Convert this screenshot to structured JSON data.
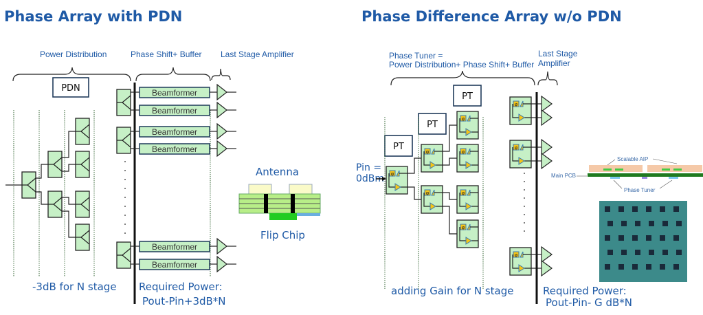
{
  "left": {
    "title": "Phase Array with PDN",
    "labels": {
      "power_distribution": "Power Distribution",
      "phase_shift_buffer": "Phase Shift+ Buffer",
      "last_stage_amplifier": "Last Stage Amplifier"
    },
    "pdn_box": "PDN",
    "beamformer_label": "Beamformer",
    "antenna_label": "Antenna",
    "flip_chip_label": "Flip Chip",
    "stage_note": "-3dB for N stage",
    "required_power": "Required Power:",
    "formula": "Pout-Pin+3dB*N"
  },
  "right": {
    "title": "Phase Difference Array w/o PDN",
    "phase_tuner_line1": "Phase Tuner =",
    "phase_tuner_line2": "Power Distribution+ Phase Shift+ Buffer",
    "last_stage_line1": "Last Stage",
    "last_stage_line2": "Amplifier",
    "pt_label": "PT",
    "pin_line1": "Pin =",
    "pin_line2": "0dBm",
    "phi_symbol": "φ",
    "stage_note": "adding Gain for N stage",
    "required_power": "Required Power:",
    "formula": "Pout-Pin- G dB*N",
    "aip": {
      "scalable_aip": "Scalable AIP",
      "main_pcb": "Main PCB",
      "phase_tuner": "Phase Tuner"
    }
  },
  "colors": {
    "text_blue": "#1f5aa6",
    "block_green": "#c6f0c6",
    "phase_yellow": "#f5c518",
    "pcb_green": "#1f7a1f",
    "aip_peach": "#f5c9a8",
    "chip_teal": "#3c8a8a"
  }
}
